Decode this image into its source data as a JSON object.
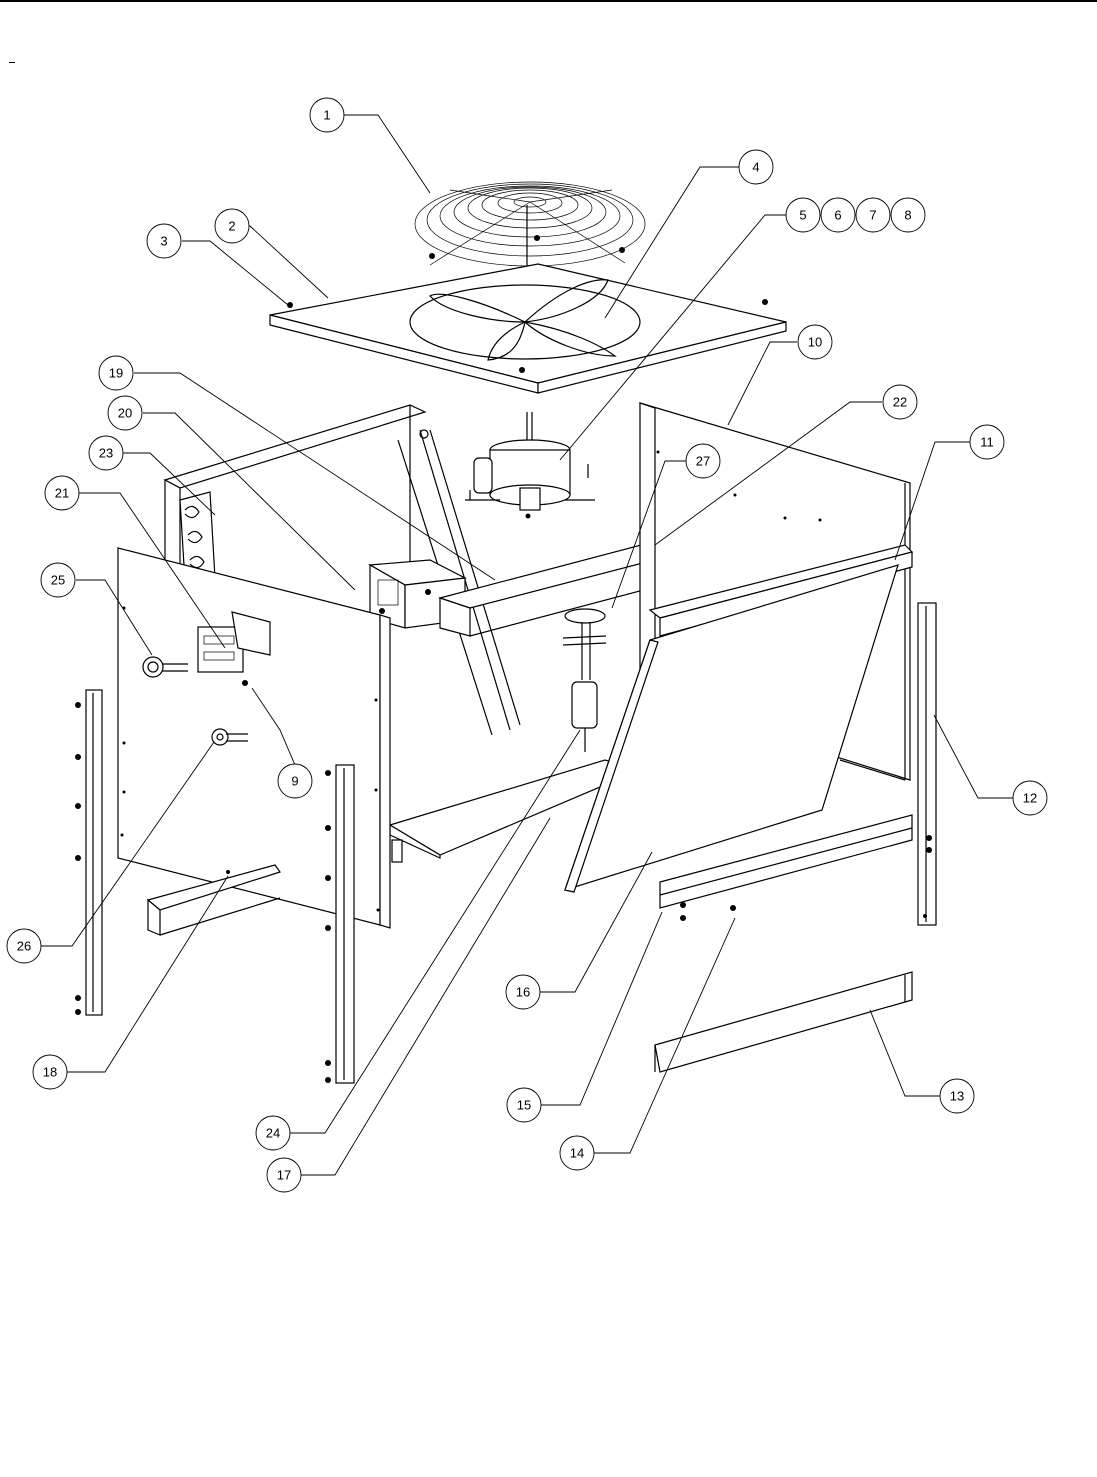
{
  "figure": {
    "callouts": [
      {
        "id": "c1",
        "label": "1"
      },
      {
        "id": "c2",
        "label": "2"
      },
      {
        "id": "c3",
        "label": "3"
      },
      {
        "id": "c4",
        "label": "4"
      },
      {
        "id": "c5",
        "label": "5"
      },
      {
        "id": "c6",
        "label": "6"
      },
      {
        "id": "c7",
        "label": "7"
      },
      {
        "id": "c8",
        "label": "8"
      },
      {
        "id": "c9",
        "label": "9"
      },
      {
        "id": "c10",
        "label": "10"
      },
      {
        "id": "c11",
        "label": "11"
      },
      {
        "id": "c12",
        "label": "12"
      },
      {
        "id": "c13",
        "label": "13"
      },
      {
        "id": "c14",
        "label": "14"
      },
      {
        "id": "c15",
        "label": "15"
      },
      {
        "id": "c16",
        "label": "16"
      },
      {
        "id": "c17",
        "label": "17"
      },
      {
        "id": "c18",
        "label": "18"
      },
      {
        "id": "c19",
        "label": "19"
      },
      {
        "id": "c20",
        "label": "20"
      },
      {
        "id": "c21",
        "label": "21"
      },
      {
        "id": "c22",
        "label": "22"
      },
      {
        "id": "c23",
        "label": "23"
      },
      {
        "id": "c24",
        "label": "24"
      },
      {
        "id": "c25",
        "label": "25"
      },
      {
        "id": "c26",
        "label": "26"
      },
      {
        "id": "c27",
        "label": "27"
      }
    ]
  }
}
